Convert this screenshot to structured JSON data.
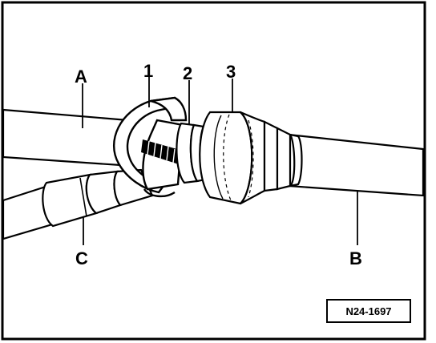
{
  "labels": {
    "A": "A",
    "B": "B",
    "C": "C",
    "n1": "1",
    "n2": "2",
    "n3": "3"
  },
  "reference": "N24-1697"
}
